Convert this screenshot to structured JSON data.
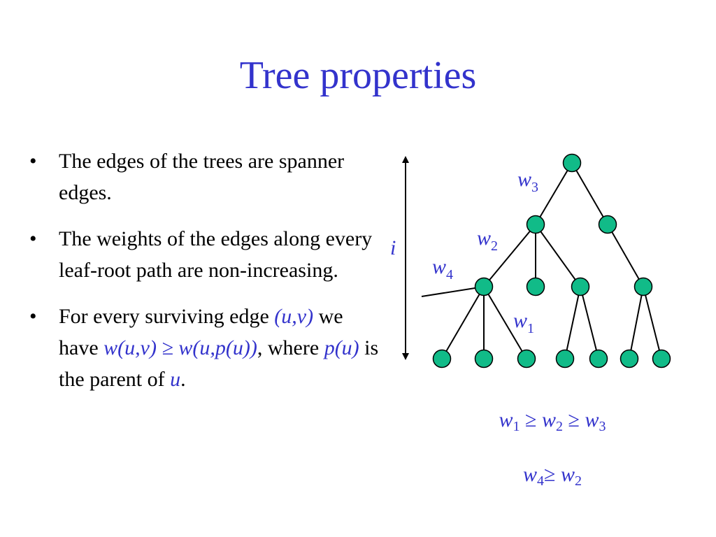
{
  "slide": {
    "title": "Tree properties",
    "bullet_marker": "•",
    "bullets": [
      {
        "text": "The edges of the trees are spanner edges."
      },
      {
        "text": "The weights of the edges along every leaf-root path are non-increasing."
      },
      {
        "pre": "For every surviving edge ",
        "edge": "(u,v)",
        "mid": " we have ",
        "formula": "w(u,v) ≥ w(u,p(u))",
        "post1": ", where ",
        "parent": "p(u)",
        "post2": " is the parent of ",
        "node": "u",
        "end": "."
      }
    ]
  },
  "diagram": {
    "height_label": "i",
    "edge_labels": [
      {
        "var": "w",
        "sub": "3"
      },
      {
        "var": "w",
        "sub": "2"
      },
      {
        "var": "w",
        "sub": "4"
      },
      {
        "var": "w",
        "sub": "1"
      }
    ],
    "node_color": "#11bb88",
    "edge_color": "#000000"
  },
  "inequalities": {
    "line1": [
      {
        "var": "w",
        "sub": "1"
      },
      {
        "op": " ≥ "
      },
      {
        "var": "w",
        "sub": "2"
      },
      {
        "op": " ≥ "
      },
      {
        "var": "w",
        "sub": "3"
      }
    ],
    "line2": [
      {
        "var": "w",
        "sub": "4"
      },
      {
        "op": "≥ "
      },
      {
        "var": "w",
        "sub": "2"
      }
    ]
  },
  "colors": {
    "accent": "#3333cc"
  }
}
